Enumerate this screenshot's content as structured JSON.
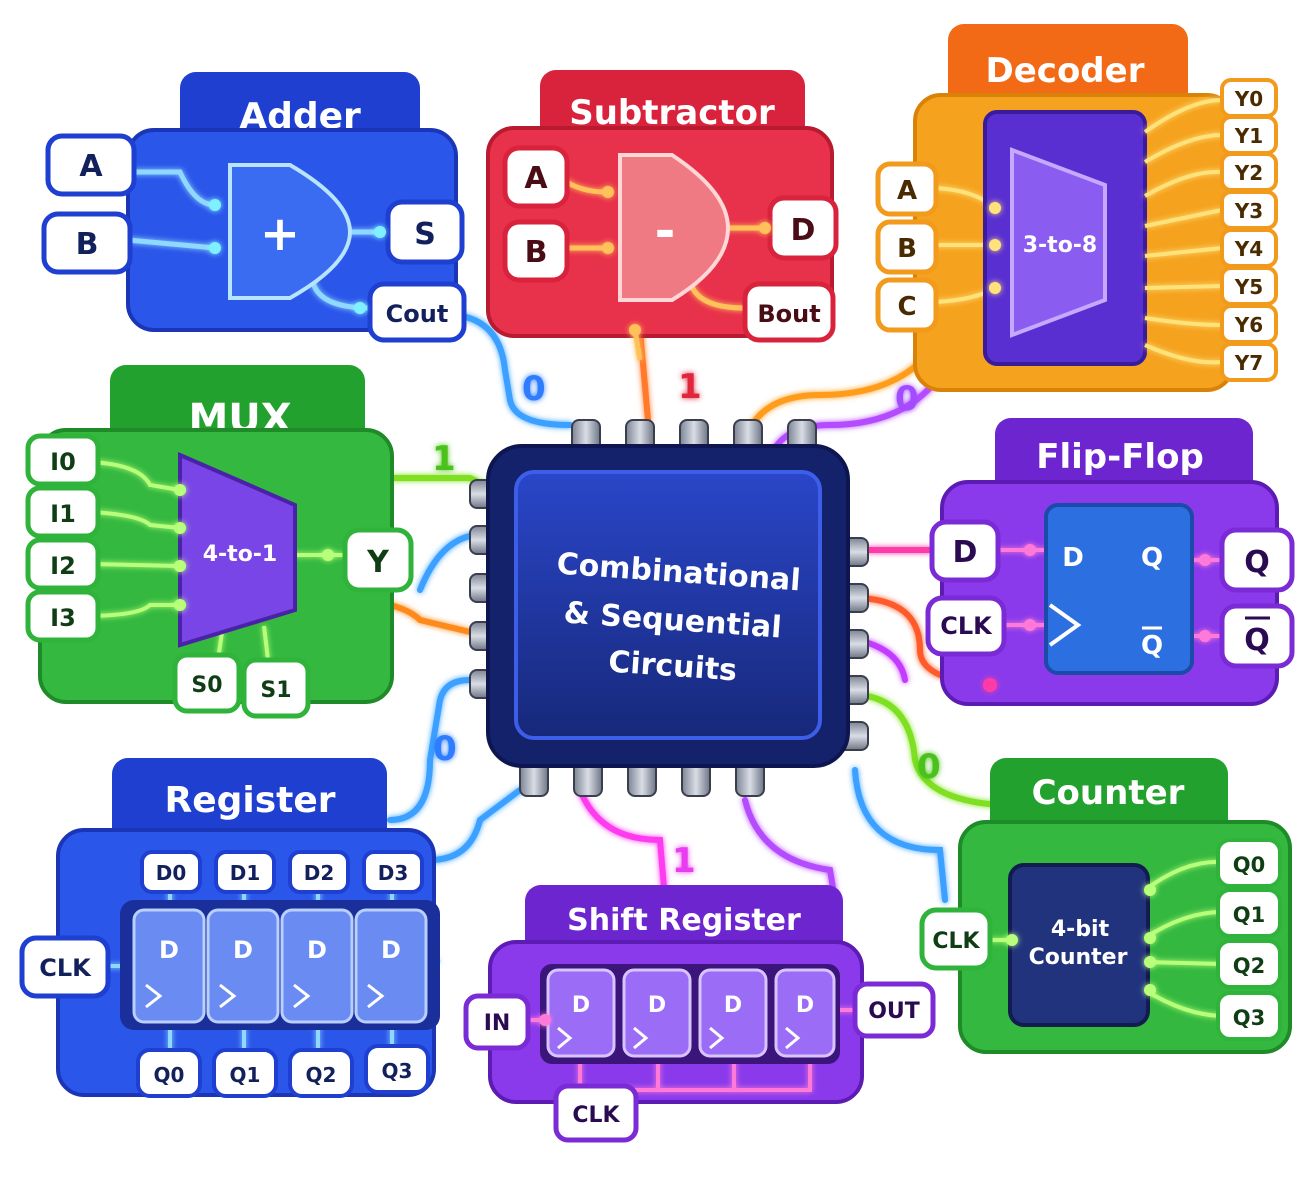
{
  "chip": {
    "title_line1": "Combinational",
    "title_line2": "& Sequential",
    "title_line3": "Circuits"
  },
  "colors": {
    "blue": "#1f45e0",
    "red": "#e0253c",
    "orange": "#f29a1c",
    "green": "#2fb33a",
    "purple": "#7b2bd6",
    "chip": "#1b2f8f"
  },
  "modules": {
    "adder": {
      "title": "Adder",
      "in_a": "A",
      "in_b": "B",
      "symbol": "+",
      "out_s": "S",
      "out_cout": "Cout"
    },
    "subtractor": {
      "title": "Subtractor",
      "in_a": "A",
      "in_b": "B",
      "symbol": "-",
      "out_d": "D",
      "out_bout": "Bout"
    },
    "decoder": {
      "title": "Decoder",
      "inputs": [
        "A",
        "B",
        "C"
      ],
      "label": "3-to-8",
      "outputs": [
        "Y0",
        "Y1",
        "Y2",
        "Y3",
        "Y4",
        "Y5",
        "Y6",
        "Y7"
      ]
    },
    "mux": {
      "title": "MUX",
      "inputs": [
        "I0",
        "I1",
        "I2",
        "I3"
      ],
      "label": "4-to-1",
      "out": "Y",
      "selects": [
        "S0",
        "S1"
      ]
    },
    "flipflop": {
      "title": "Flip-Flop",
      "in_d": "D",
      "in_clk": "CLK",
      "inner_d": "D",
      "inner_q": "Q",
      "inner_qbar": "Q",
      "out_q": "Q",
      "out_qbar": "Q"
    },
    "register": {
      "title": "Register",
      "inputs": [
        "D0",
        "D1",
        "D2",
        "D3"
      ],
      "clk": "CLK",
      "cell": "D",
      "outputs": [
        "Q0",
        "Q1",
        "Q2",
        "Q3"
      ]
    },
    "shift": {
      "title": "Shift Register",
      "in": "IN",
      "out": "OUT",
      "cell": "D",
      "clk": "CLK"
    },
    "counter": {
      "title": "Counter",
      "clk": "CLK",
      "label_line1": "4-bit",
      "label_line2": "Counter",
      "outputs": [
        "Q0",
        "Q1",
        "Q2",
        "Q3"
      ]
    }
  },
  "bits": {
    "adder": "0",
    "subtractor": "1",
    "decoder": "0",
    "mux": "1",
    "register": "0",
    "shift": "1",
    "counter": "0"
  }
}
